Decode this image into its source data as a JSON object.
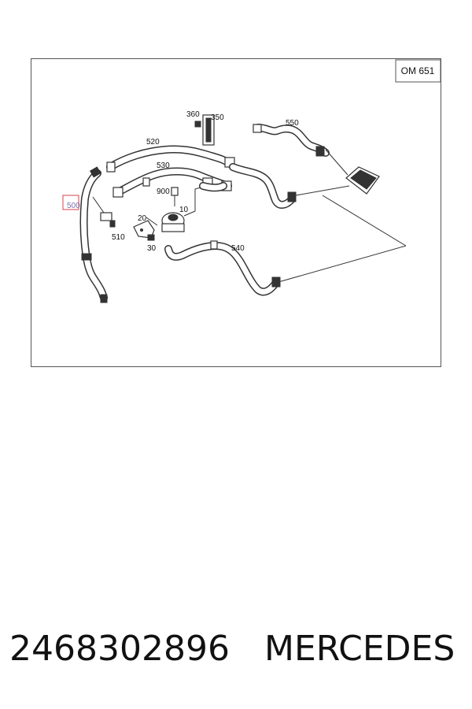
{
  "engine_label": "OM 651",
  "callouts": [
    {
      "id": "360",
      "text": "360"
    },
    {
      "id": "350",
      "text": "350"
    },
    {
      "id": "550",
      "text": "550"
    },
    {
      "id": "520",
      "text": "520"
    },
    {
      "id": "530",
      "text": "530"
    },
    {
      "id": "900",
      "text": "900"
    },
    {
      "id": "10",
      "text": "10"
    },
    {
      "id": "20",
      "text": "20"
    },
    {
      "id": "500",
      "text": "500"
    },
    {
      "id": "510",
      "text": "510"
    },
    {
      "id": "30",
      "text": "30"
    },
    {
      "id": "540",
      "text": "540"
    }
  ],
  "highlighted_callout": "500",
  "colors": {
    "line": "#333333",
    "highlight": "#d9434b",
    "highlight_text": "#7a6fb0"
  },
  "footer": {
    "part_number": "2468302896",
    "brand": "MERCEDES"
  }
}
